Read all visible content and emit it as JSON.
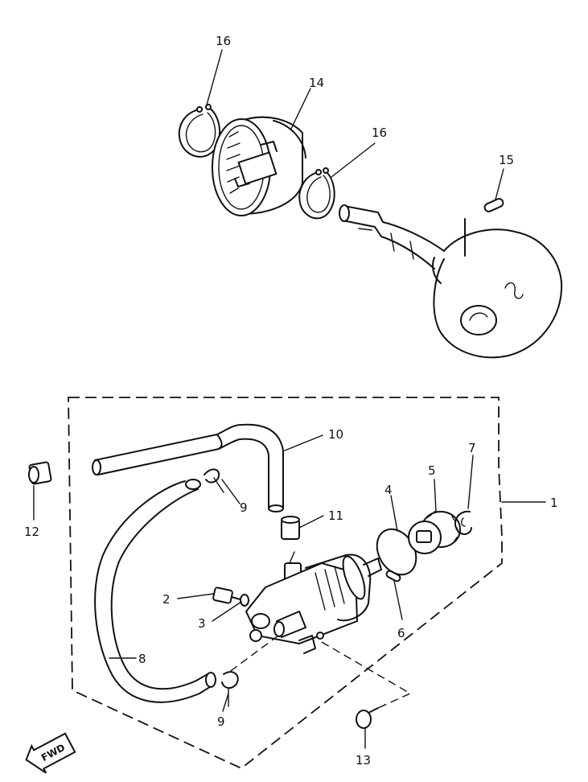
{
  "callouts": {
    "c1": "1",
    "c2": "2",
    "c3": "3",
    "c4": "4",
    "c5": "5",
    "c6": "6",
    "c7": "7",
    "c8": "8",
    "c9a": "9",
    "c9b": "9",
    "c10": "10",
    "c11": "11",
    "c12": "12",
    "c13": "13",
    "c14": "14",
    "c15": "15",
    "c16a": "16",
    "c16b": "16"
  },
  "direction_badge": {
    "text": "FWD"
  }
}
